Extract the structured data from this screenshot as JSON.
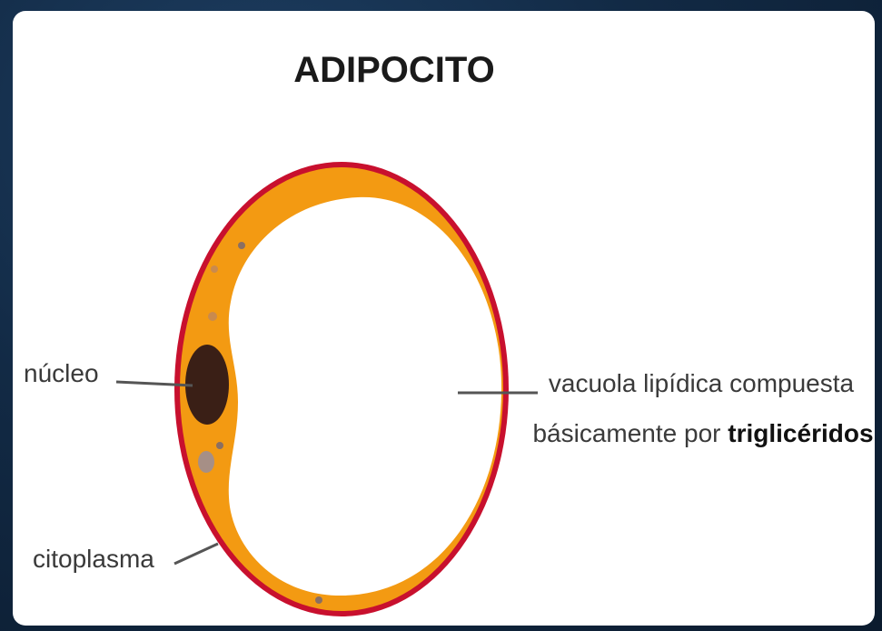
{
  "title": "ADIPOCITO",
  "labels": {
    "nucleus": "núcleo",
    "cytoplasm": "citoplasma",
    "vacuole_line1": "vacuola lipídica compuesta",
    "vacuole_line2_prefix": "básicamente por ",
    "vacuole_line2_bold": "triglicéridos"
  },
  "colors": {
    "membrane": "#c8102e",
    "cytoplasm": "#f39a12",
    "nucleus": "#3a1f16",
    "vacuole": "#ffffff",
    "granule_dark": "#8a6f63",
    "granule_light": "#a68f86"
  }
}
